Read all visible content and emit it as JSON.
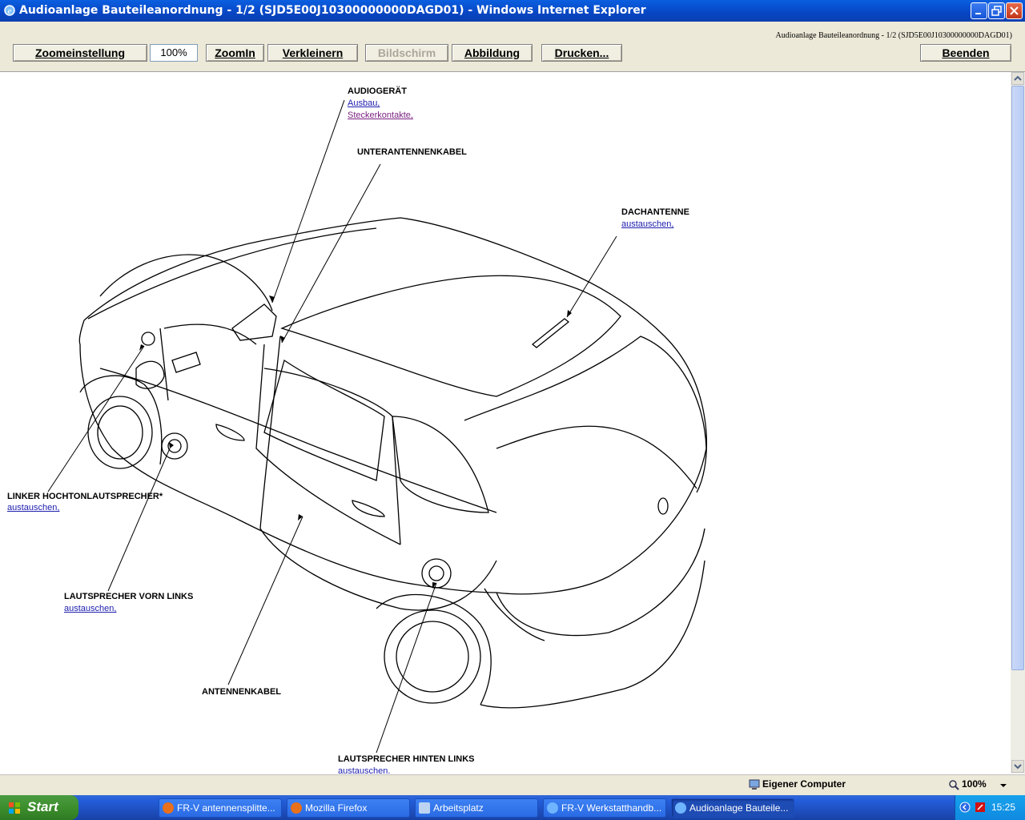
{
  "window": {
    "title": "Audioanlage Bauteileanordnung - 1/2 (SJD5E00J10300000000DAGD01) - Windows Internet Explorer"
  },
  "toolbar": {
    "doc_reference": "Audioanlage Bauteileanordnung - 1/2 (SJD5E00J10300000000DAGD01)",
    "zoom_settings": "Zoomeinstellung",
    "zoom_value": "100%",
    "zoom_in": "ZoomIn",
    "zoom_out": "Verkleinern",
    "screen": "Bildschirm",
    "illustration": "Abbildung",
    "print": "Drucken...",
    "exit": "Beenden"
  },
  "diagram": {
    "audio_unit": {
      "label": "AUDIOGERÄT",
      "link_removal": "Ausbau,",
      "link_connectors": "Steckerkontakte,"
    },
    "sub_antenna_cable": {
      "label": "UNTERANTENNENKABEL"
    },
    "roof_antenna": {
      "label": "DACHANTENNE",
      "link": "austauschen,"
    },
    "left_tweeter": {
      "label": "LINKER HOCHTONLAUTSPRECHER*",
      "link": "austauschen,"
    },
    "front_left_speaker": {
      "label": "LAUTSPRECHER VORN LINKS",
      "link": "austauschen,"
    },
    "antenna_cable": {
      "label": "ANTENNENKABEL"
    },
    "rear_left_speaker": {
      "label": "LAUTSPRECHER HINTEN LINKS",
      "link": "austauschen,"
    }
  },
  "statusbar": {
    "zone": "Eigener Computer",
    "zoom": "100%"
  },
  "taskbar": {
    "start": "Start",
    "tasks": [
      {
        "label": "FR-V antennensplitte..."
      },
      {
        "label": "Mozilla Firefox"
      },
      {
        "label": "Arbeitsplatz"
      },
      {
        "label": "FR-V Werkstatthandb..."
      },
      {
        "label": "Audioanlage Bauteile..."
      }
    ],
    "clock": "15:25"
  },
  "colors": {
    "titlebar": "#0746c4",
    "link": "#2020b0",
    "visited_link": "#7b2181",
    "taskbar": "#245edb",
    "start_button": "#3c8e2c"
  }
}
